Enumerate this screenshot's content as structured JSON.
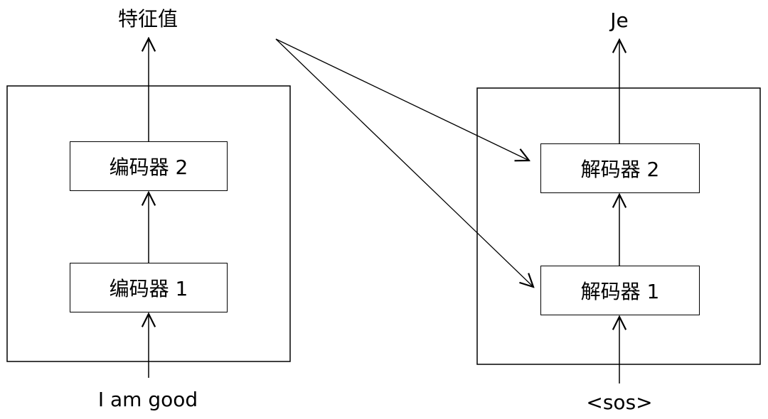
{
  "encoder": {
    "input_label": "I am good",
    "output_label": "特征值",
    "blocks": [
      "编码器 1",
      "编码器 2"
    ]
  },
  "decoder": {
    "input_label": "<sos>",
    "output_label": "Je",
    "blocks": [
      "解码器 1",
      "解码器 2"
    ]
  }
}
